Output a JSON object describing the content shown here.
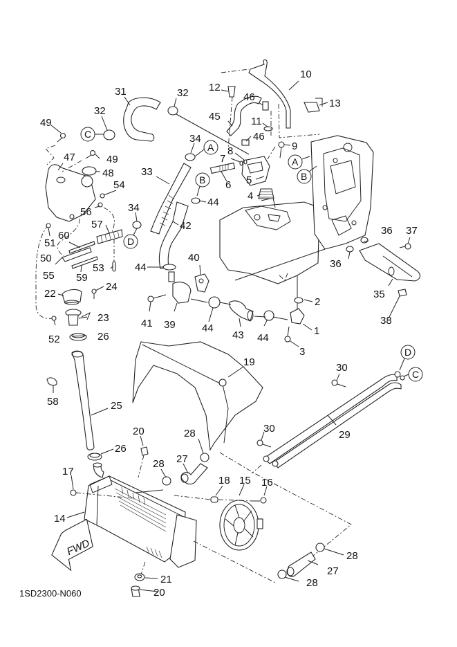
{
  "diagram": {
    "type": "exploded-parts-diagram",
    "subject": "Radiator / cooling system",
    "drawing_code": "1SD2300-N060",
    "direction_label": "FWD",
    "callouts": {
      "c1": "1",
      "c2": "2",
      "c3": "3",
      "c4": "4",
      "c5": "5",
      "c6": "6",
      "c7": "7",
      "c8": "8",
      "c9": "9",
      "c10": "10",
      "c11": "11",
      "c12": "12",
      "c13": "13",
      "c14": "14",
      "c15": "15",
      "c16": "16",
      "c17": "17",
      "c18": "18",
      "c19": "19",
      "c20a": "20",
      "c20b": "20",
      "c21": "21",
      "c22": "22",
      "c23": "23",
      "c24": "24",
      "c25": "25",
      "c26a": "26",
      "c26b": "26",
      "c27a": "27",
      "c27b": "27",
      "c28a": "28",
      "c28b": "28",
      "c28c": "28",
      "c28d": "28",
      "c29": "29",
      "c30a": "30",
      "c30b": "30",
      "c31": "31",
      "c32a": "32",
      "c32b": "32",
      "c33": "33",
      "c34a": "34",
      "c34b": "34",
      "c35": "35",
      "c36a": "36",
      "c36b": "36",
      "c37": "37",
      "c38": "38",
      "c39": "39",
      "c40": "40",
      "c41": "41",
      "c42": "42",
      "c43": "43",
      "c44a": "44",
      "c44b": "44",
      "c44c": "44",
      "c44d": "44",
      "c45": "45",
      "c46a": "46",
      "c46b": "46",
      "c47": "47",
      "c48": "48",
      "c49a": "49",
      "c49b": "49",
      "c50": "50",
      "c51": "51",
      "c52": "52",
      "c53": "53",
      "c54": "54",
      "c55": "55",
      "c56": "56",
      "c57": "57",
      "c58": "58",
      "c59": "59",
      "c60": "60"
    },
    "connection_markers": {
      "A1": "A",
      "A2": "A",
      "B1": "B",
      "B2": "B",
      "C1": "C",
      "C2": "C",
      "D1": "D",
      "D2": "D"
    }
  }
}
